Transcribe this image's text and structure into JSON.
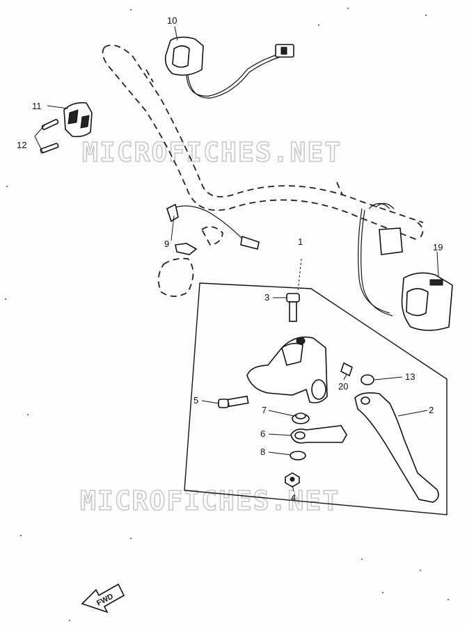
{
  "watermark": "MICROFICHES.NET",
  "fwd_label": "FWD",
  "callouts": [
    {
      "id": "c1",
      "text": "1"
    },
    {
      "id": "c2",
      "text": "2"
    },
    {
      "id": "c3",
      "text": "3"
    },
    {
      "id": "c4",
      "text": "4"
    },
    {
      "id": "c5",
      "text": "5"
    },
    {
      "id": "c6",
      "text": "6"
    },
    {
      "id": "c7",
      "text": "7"
    },
    {
      "id": "c8",
      "text": "8"
    },
    {
      "id": "c9",
      "text": "9"
    },
    {
      "id": "c10",
      "text": "10"
    },
    {
      "id": "c11",
      "text": "11"
    },
    {
      "id": "c12",
      "text": "12"
    },
    {
      "id": "c13",
      "text": "13"
    },
    {
      "id": "c19",
      "text": "19"
    },
    {
      "id": "c20",
      "text": "20"
    }
  ]
}
